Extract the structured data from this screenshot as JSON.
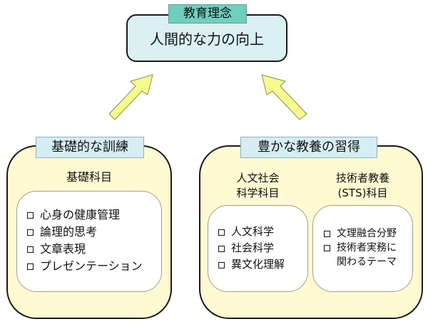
{
  "diagram": {
    "top": {
      "label": "教育理念",
      "text": "人間的な力の向上"
    },
    "left": {
      "label": "基礎的な訓練",
      "subject_heading": "基礎科目",
      "items": [
        "心身の健康管理",
        "論理的思考",
        "文章表現",
        "プレゼンテーション"
      ]
    },
    "right": {
      "label": "豊かな教養の習得",
      "columns": [
        {
          "heading_line1": "人文社会",
          "heading_line2": "科学科目",
          "items": [
            "人文科学",
            "社会科学",
            "異文化理解"
          ]
        },
        {
          "heading_line1": "技術者教養",
          "heading_line2": "(STS)科目",
          "items": [
            "文理融合分野",
            "技術者実務に",
            "関わるテーマ"
          ]
        }
      ]
    },
    "arrows": [
      {
        "name": "left-to-top-arrow",
        "from": "基礎的な訓練",
        "to": "教育理念"
      },
      {
        "name": "right-to-top-arrow",
        "from": "豊かな教養の習得",
        "to": "教育理念"
      }
    ],
    "colors": {
      "top_box_fill": "#daf0f4",
      "top_label_fill": "#6fcfbe",
      "panel_fill": "#fffad2",
      "panel_label_fill": "#d6edf3",
      "arrow_fill": "#f5fb8c"
    }
  }
}
